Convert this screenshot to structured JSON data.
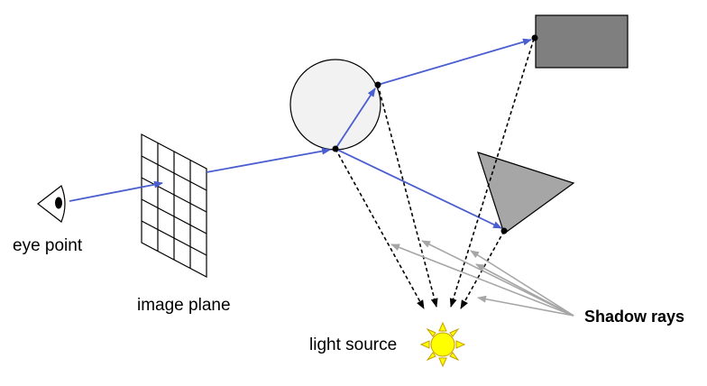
{
  "labels": {
    "eye_point": "eye point",
    "image_plane": "image plane",
    "light_source": "light source",
    "shadow_rays": "Shadow rays"
  },
  "colors": {
    "primary_ray": "#4a5ecf",
    "shadow_ray_dotted": "#000000",
    "shadow_ray_gray": "#a6a6a6",
    "sphere_fill": "#f2f2f2",
    "rectangle_fill": "#7f7f7f",
    "triangle_fill": "#a6a6a6",
    "sun_fill": "#ffff00",
    "sun_outline": "#c8a000"
  },
  "icons": {
    "eye": "eye-icon",
    "sun": "sun-icon"
  }
}
